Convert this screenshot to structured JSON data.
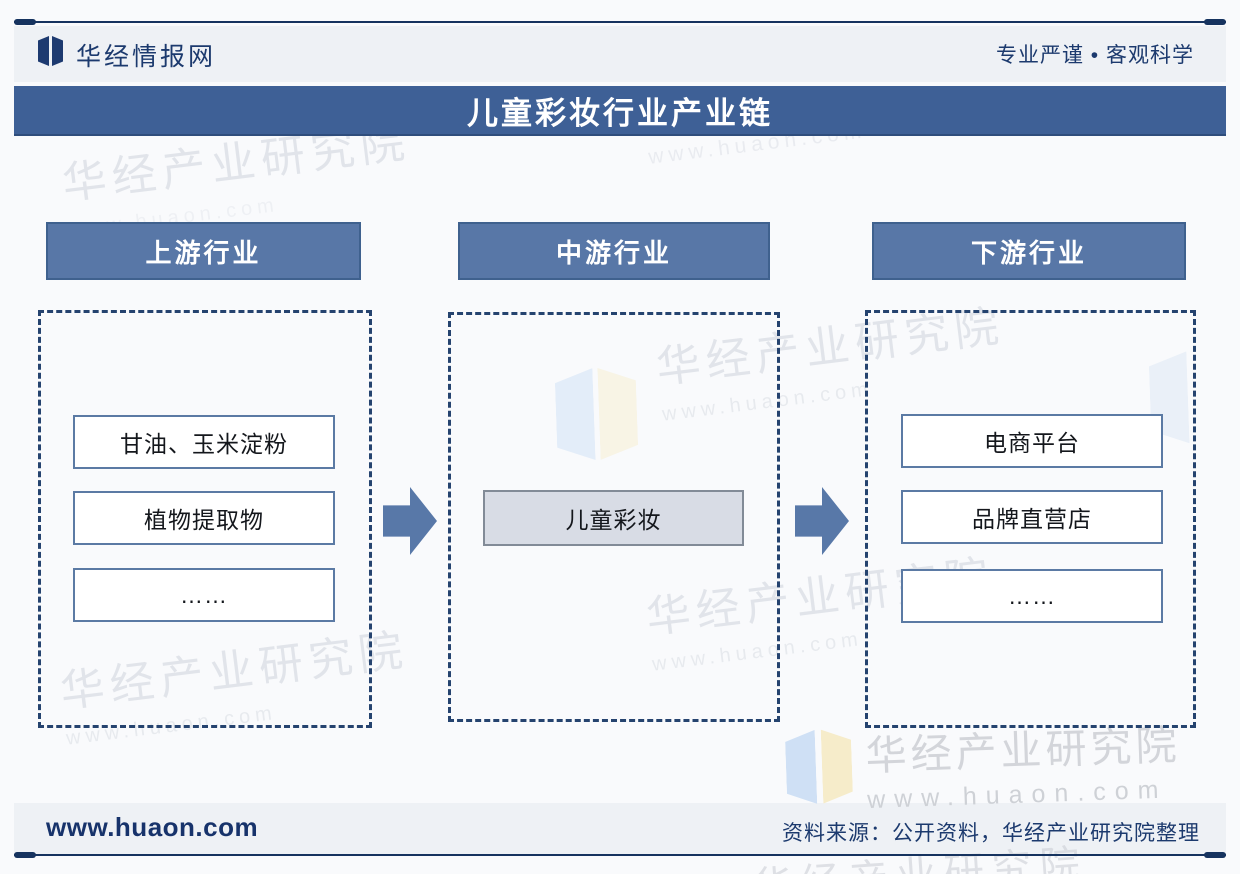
{
  "header": {
    "brand": "华经情报网",
    "slogan": "专业严谨 • 客观科学"
  },
  "title": "儿童彩妆行业产业链",
  "chain": {
    "upstream": {
      "header": "上游行业",
      "items": [
        "甘油、玉米淀粉",
        "植物提取物",
        "……"
      ]
    },
    "midstream": {
      "header": "中游行业",
      "items": [
        "儿童彩妆"
      ]
    },
    "downstream": {
      "header": "下游行业",
      "items": [
        "电商平台",
        "品牌直营店",
        "……"
      ]
    }
  },
  "footer": {
    "site": "www.huaon.com",
    "source": "资料来源：公开资料，华经产业研究院整理"
  },
  "watermark": {
    "name": "华经产业研究院",
    "url": "www.huaon.com"
  },
  "colors": {
    "title_bar": "#3e6096",
    "column_header": "#5877a7",
    "arrow": "#5878a8",
    "dashed_border": "#25436f",
    "navy_text": "#1c3a6e",
    "mid_item_bg": "#d8dce5"
  }
}
